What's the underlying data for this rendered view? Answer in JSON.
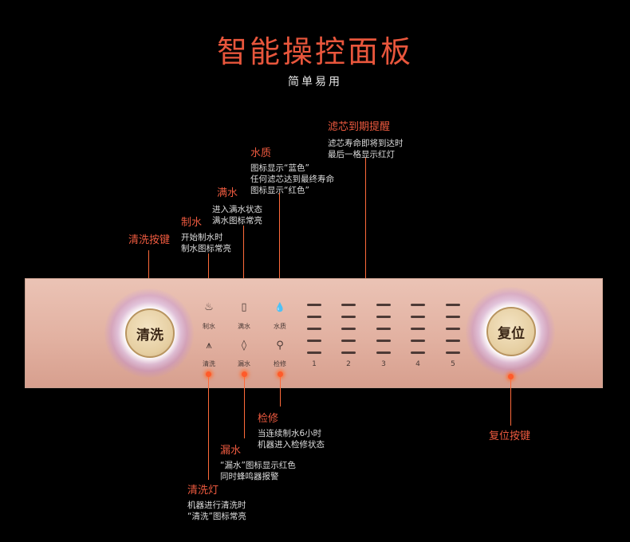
{
  "header": {
    "title": "智能操控面板",
    "subtitle": "简单易用"
  },
  "colors": {
    "accent": "#e8563c",
    "panel": "#e5b7a8",
    "background": "#000000"
  },
  "annotations": {
    "filter_reminder": {
      "title": "滤芯到期提醒",
      "lines": [
        "滤芯寿命即将到达时",
        "最后一格显示红灯"
      ]
    },
    "water_quality": {
      "title": "水质",
      "lines": [
        "图标显示“蓝色”",
        "任何滤芯达到最终寿命",
        "图标显示“红色”"
      ]
    },
    "full_water": {
      "title": "满水",
      "lines": [
        "进入满水状态",
        "满水图标常亮"
      ]
    },
    "making_water": {
      "title": "制水",
      "lines": [
        "开始制水时",
        "制水图标常亮"
      ]
    },
    "flush_key": {
      "title": "清洗按键"
    },
    "reset_key": {
      "title": "复位按键"
    },
    "maintenance": {
      "title": "检修",
      "lines": [
        "当连续制水6小时",
        "机器进入检修状态"
      ]
    },
    "leak": {
      "title": "漏水",
      "lines": [
        "“漏水”图标显示红色",
        "同时蜂鸣器报警"
      ]
    },
    "flush_light": {
      "title": "清洗灯",
      "lines": [
        "机器进行清洗时",
        "“清洗”图标常亮"
      ]
    }
  },
  "panel": {
    "flush_button": "清洗",
    "reset_button": "复位",
    "icons": {
      "making_water": {
        "glyph": "♨",
        "label": "制水"
      },
      "full_water": {
        "glyph": "▯",
        "label": "满水"
      },
      "water_quality": {
        "glyph": "💧",
        "label": "水质"
      },
      "flush": {
        "glyph": "⩚",
        "label": "清洗"
      },
      "leak": {
        "glyph": "◊",
        "label": "漏水"
      },
      "maintenance": {
        "glyph": "⚲",
        "label": "检修"
      }
    },
    "filter_levels": [
      "1",
      "2",
      "3",
      "4",
      "5"
    ]
  }
}
